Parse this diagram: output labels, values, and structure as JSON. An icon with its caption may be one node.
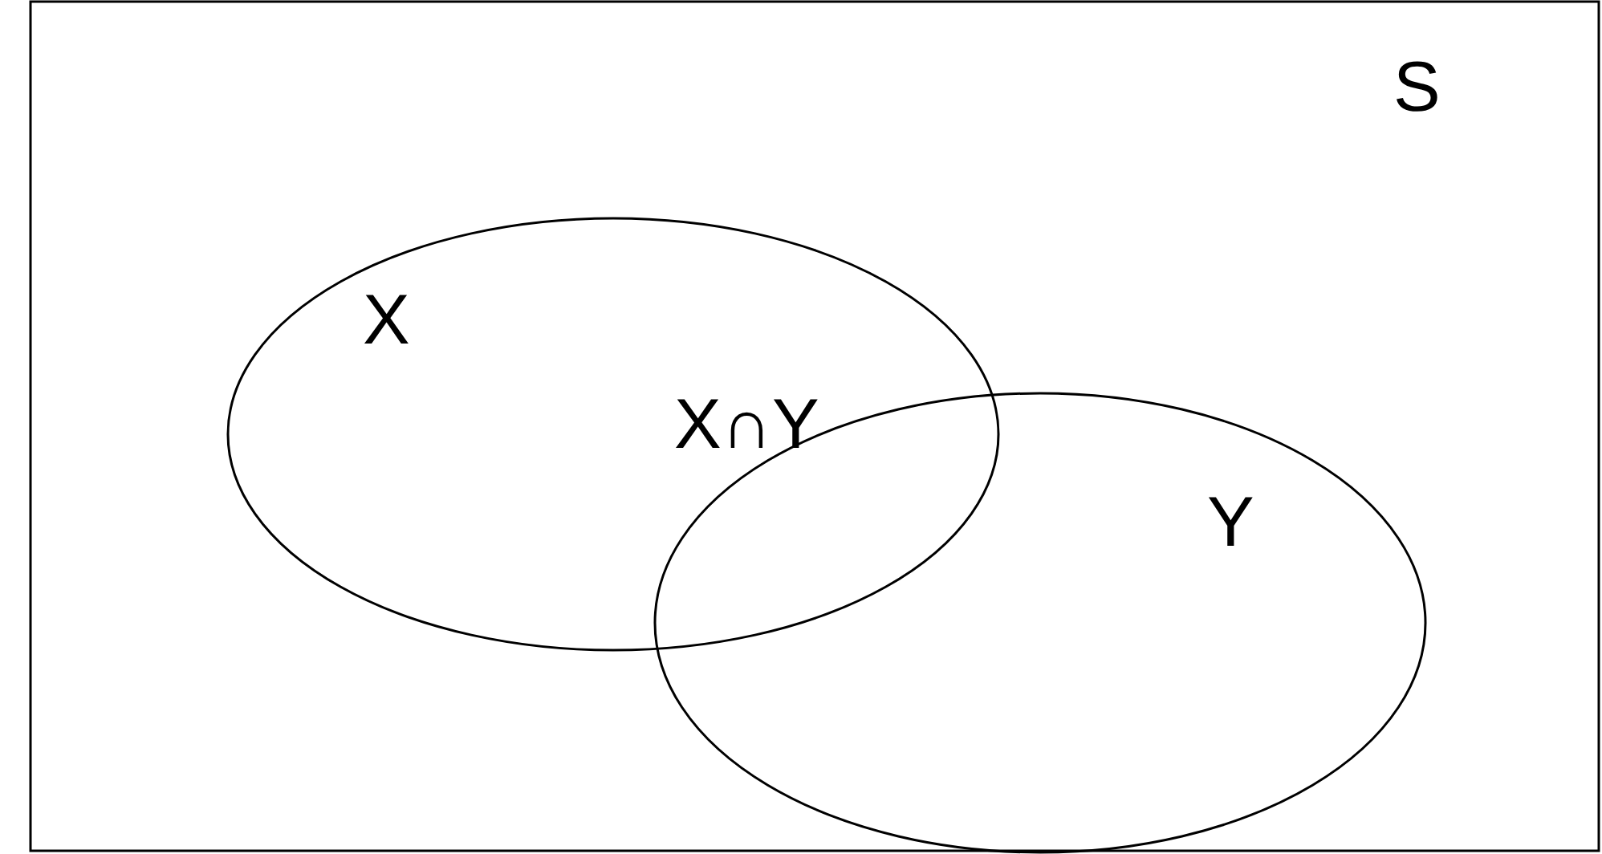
{
  "diagram": {
    "nodes": [
      {
        "text": [
          "S"
        ]
      },
      {
        "text": [
          "X"
        ],
        "in": 0
      },
      {
        "text": [
          "Y"
        ],
        "in": 0
      }
    ],
    "labels": [
      "X∩Y"
    ]
  }
}
